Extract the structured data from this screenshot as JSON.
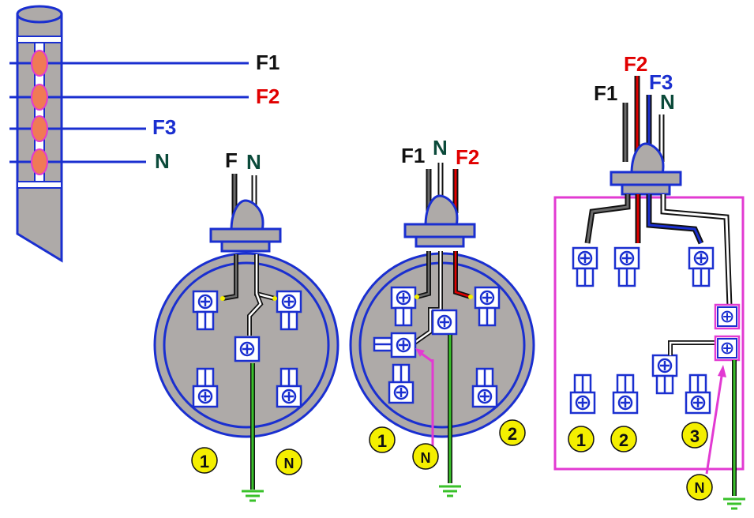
{
  "pole": {
    "lines": [
      {
        "label": "F1",
        "color": "#111111"
      },
      {
        "label": "F2",
        "color": "#e10000"
      },
      {
        "label": "F3",
        "color": "#1a2fd0"
      },
      {
        "label": "N",
        "color": "#0b4a3a"
      }
    ]
  },
  "meter1": {
    "wire_labels": {
      "phase": "F",
      "neutral": "N"
    },
    "badges": {
      "left": "1",
      "right": "N"
    }
  },
  "meter2": {
    "wire_labels": {
      "phase1": "F1",
      "neutral": "N",
      "phase2": "F2"
    },
    "badges": {
      "left": "1",
      "right": "2",
      "pointer": "N"
    }
  },
  "meter3": {
    "wire_labels": {
      "phase1": "F1",
      "phase2": "F2",
      "phase3": "F3",
      "neutral": "N"
    },
    "badges": {
      "one": "1",
      "two": "2",
      "three": "3",
      "pointer": "N"
    }
  },
  "colors": {
    "wire_blue": "#1a2fd0",
    "phase_red": "#e10000",
    "neutral_green": "#0b4a3a",
    "ground_green": "#39c12a",
    "box_magenta": "#e23ad2",
    "badge_yellow": "#f4ef00",
    "body_gray": "#aeaaa8"
  }
}
